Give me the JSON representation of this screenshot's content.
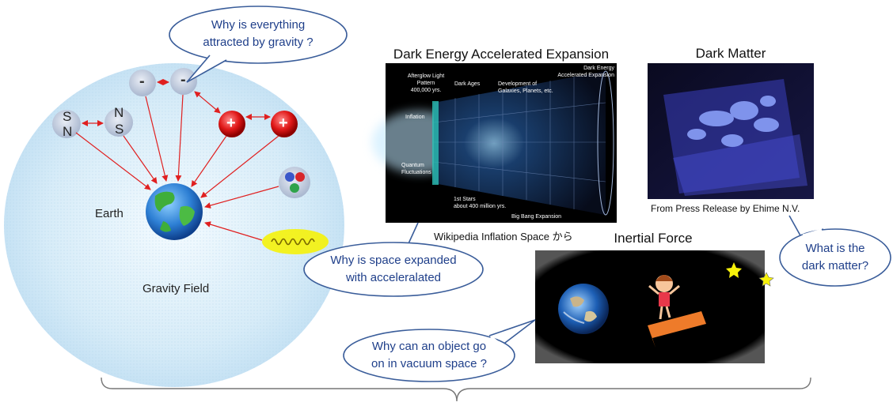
{
  "gravity_field": {
    "earth_label": "Earth",
    "field_label": "Gravity Field",
    "magnet_left_top": "S",
    "magnet_left_bottom": "N",
    "magnet_right_top": "N",
    "magnet_right_bottom": "S",
    "neg_sign": "-",
    "pos_sign": "+"
  },
  "bubbles": {
    "gravity_question": [
      "Why is everything",
      "attracted by gravity ?"
    ],
    "space_question": [
      "Why is space expanded",
      "with acceleralated"
    ],
    "vacuum_question": [
      "Why can an object go",
      "on in vacuum space ?"
    ],
    "dark_matter_question": [
      "What is the",
      "dark matter?"
    ]
  },
  "dark_energy": {
    "title": "Dark Energy Accelerated Expansion",
    "caption": "Wikipedia Inflation Space から",
    "annotations": {
      "afterglow": [
        "Afterglow Light",
        "Pattern",
        "400,000 yrs."
      ],
      "dark_ages": "Dark Ages",
      "development": [
        "Development of",
        "Galaxies, Planets, etc."
      ],
      "dark_energy_exp": [
        "Dark Energy",
        "Accelerated Expansion"
      ],
      "inflation": "Inflation",
      "quantum": [
        "Quantum",
        "Fluctuations"
      ],
      "first_stars": [
        "1st Stars",
        "about 400 million yrs."
      ],
      "big_bang": "Big Bang Expansion"
    }
  },
  "dark_matter": {
    "title": "Dark Matter",
    "caption": "From Press Release by Ehime N.V."
  },
  "inertial": {
    "title": "Inertial Force"
  },
  "colors": {
    "bubble_stroke": "#3a5d9a",
    "bubble_text": "#1f3f8a",
    "arrow_red": "#e02020",
    "field_blue": "#dbeef9"
  }
}
